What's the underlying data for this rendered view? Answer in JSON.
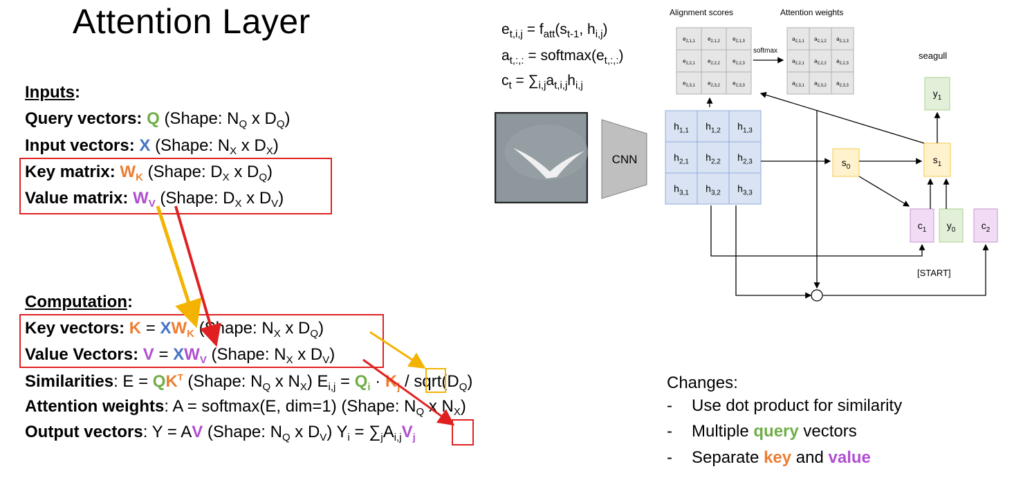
{
  "title": "Attention Layer",
  "inputs": {
    "heading": "Inputs",
    "query": {
      "label": "Query vectors",
      "sym": "Q",
      "shape": "(Shape: N",
      "s1": "Q",
      "x": " x D",
      "s2": "Q",
      "close": ")"
    },
    "input": {
      "label": "Input vectors",
      "sym": "X",
      "shape": "(Shape: N",
      "s1": "X",
      "x": " x D",
      "s2": "X",
      "close": ")"
    },
    "key": {
      "label": "Key matrix",
      "sym": "W",
      "symsub": "K",
      "shape": "(Shape: D",
      "s1": "X",
      "x": " x D",
      "s2": "Q",
      "close": ")"
    },
    "value": {
      "label": "Value matrix:",
      "sym": "W",
      "symsub": "V",
      "shape": "(Shape: D",
      "s1": "X",
      "x": " x D",
      "s2": "V",
      "close": ")"
    }
  },
  "computation": {
    "heading": "Computation",
    "keyvec": {
      "label": "Key vectors",
      "lhs": "K",
      "eq": " = ",
      "x": "X",
      "w": "W",
      "wsub": "K",
      "shape": "(Shape: N",
      "s1": "X",
      "x2": " x D",
      "s2": "Q",
      "close": ")"
    },
    "valvec": {
      "label": "Value Vectors",
      "lhs": "V",
      "eq": " = ",
      "x": "X",
      "w": "W",
      "wsub": "V",
      "shape": "(Shape: N",
      "s1": "X",
      "x2": " x D",
      "s2": "V",
      "close": ")"
    },
    "sim": {
      "label": "Similarities",
      "pre": ": E = ",
      "q": "Q",
      "k": "K",
      "t": "T",
      "shape": " (Shape: N",
      "s1": "Q",
      "x2": " x N",
      "s2": "X",
      "mid": ") E",
      "eij": "i,j",
      "eq": " = ",
      "qi": "Q",
      "qisub": "i",
      "dot": " · ",
      "kj": "K",
      "kjsub": "j",
      "tail": " / sqrt(D",
      "dq": "Q",
      "end": ")"
    },
    "attw": {
      "label": "Attention weights",
      "rest": ": A = softmax(E, dim=1)  (Shape: N",
      "s1": "Q",
      "x2": " x N",
      "s2": "X",
      "close": ")"
    },
    "out": {
      "label": "Output vectors",
      "pre": ": Y = A",
      "v": "V",
      "shape": " (Shape: N",
      "s1": "Q",
      "x2": " x D",
      "s2": "V",
      "mid": ") Y",
      "yi": "i",
      "eq": " = ∑",
      "j": "j",
      "a": "A",
      "aij": "i,j",
      "vj": "V",
      "vjsub": "j"
    }
  },
  "changes": {
    "heading": "Changes:",
    "items": [
      {
        "dash": "-",
        "pre": "Use dot product for similarity",
        "hl": "",
        "post": "",
        "hl2": ""
      },
      {
        "dash": "-",
        "pre": "Multiple ",
        "hl": "query",
        "post": " vectors",
        "hl2": ""
      },
      {
        "dash": "-",
        "pre": "Separate ",
        "hl": "key",
        "post": " and ",
        "hl2": "value"
      }
    ]
  },
  "diagram": {
    "eq1": {
      "a": "e",
      "asub": "t,i,j",
      "b": " = f",
      "bsub": "att",
      "c": "(s",
      "csub": "t-1",
      "d": ", h",
      "dsub": "i,j",
      "e": ")"
    },
    "eq2": {
      "a": "a",
      "asub": "t,:,:",
      "b": " = softmax(e",
      "bsub": "t,:,:",
      "c": ")"
    },
    "eq3": {
      "a": "c",
      "asub": "t",
      "b": " = ∑",
      "bsub": "i,j",
      "c": "a",
      "csub": "t,i,j",
      "d": "h",
      "dsub": "i,j"
    },
    "align_title": "Alignment scores",
    "attn_title": "Attention weights",
    "softmax": "softmax",
    "cnn": "CNN",
    "seagull": "seagull",
    "start": "[START]",
    "e_cells": [
      [
        "e2,1,1",
        "e2,1,2",
        "e2,1,3"
      ],
      [
        "e2,2,1",
        "e2,2,2",
        "e2,2,3"
      ],
      [
        "e2,3,1",
        "e2,3,2",
        "e2,3,3"
      ]
    ],
    "a_cells": [
      [
        "a2,1,1",
        "a2,1,2",
        "a2,1,3"
      ],
      [
        "a2,2,1",
        "a2,2,2",
        "a2,2,3"
      ],
      [
        "a2,3,1",
        "a2,3,2",
        "a2,3,3"
      ]
    ],
    "h_cells": [
      [
        "1,1",
        "1,2",
        "1,3"
      ],
      [
        "2,1",
        "2,2",
        "2,3"
      ],
      [
        "3,1",
        "3,2",
        "3,3"
      ]
    ],
    "s0": "0",
    "s1": "1",
    "y1": "1",
    "c1": "1",
    "y0": "0",
    "c2": "2",
    "colors": {
      "blue_fill": "#dae3f3",
      "blue_stroke": "#8faadc",
      "yellow_fill": "#fff2cc",
      "yellow_stroke": "#f2c94c",
      "green_fill": "#e2f0d9",
      "green_stroke": "#a9d18e",
      "purple_fill": "#f1dbf5",
      "purple_stroke": "#c49ad0",
      "gray_fill": "#e7e6e6",
      "gray_stroke": "#b0b0b0"
    }
  }
}
